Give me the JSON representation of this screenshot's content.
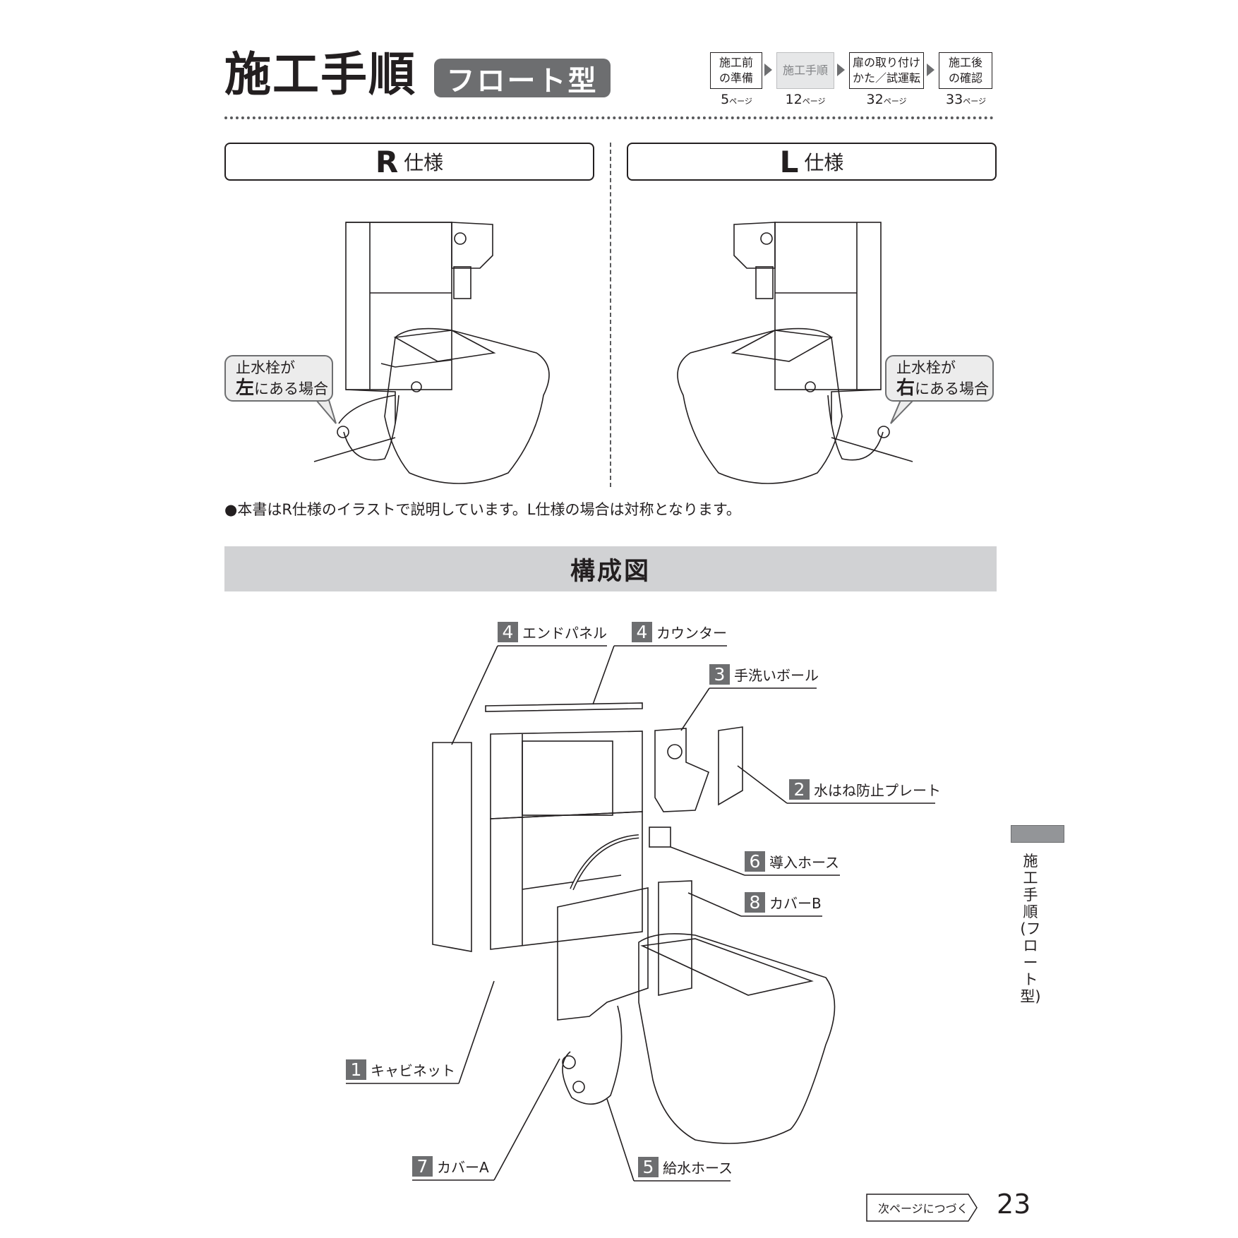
{
  "header": {
    "title": "施工手順",
    "type_badge": "フロート型",
    "steps": [
      {
        "label": "施工前\nの準備",
        "page": "5",
        "current": false
      },
      {
        "label": "施工手順",
        "page": "12",
        "current": true
      },
      {
        "label": "扉の取り付け\nかた／試運転",
        "page": "32",
        "current": false
      },
      {
        "label": "施工後\nの確認",
        "page": "33",
        "current": false
      }
    ],
    "page_suffix": "ページ"
  },
  "specs": {
    "r": {
      "letter": "R",
      "label": "仕様",
      "callout_line1": "止水栓が",
      "callout_side": "左",
      "callout_rest": "にある場合"
    },
    "l": {
      "letter": "L",
      "label": "仕様",
      "callout_line1": "止水栓が",
      "callout_side": "右",
      "callout_rest": "にある場合"
    }
  },
  "note": "●本書はR仕様のイラストで説明しています。L仕様の場合は対称となります。",
  "section_title": "構成図",
  "parts": [
    {
      "num": "4",
      "name": "エンドパネル"
    },
    {
      "num": "4",
      "name": "カウンター"
    },
    {
      "num": "3",
      "name": "手洗いボール"
    },
    {
      "num": "2",
      "name": "水はね防止プレート"
    },
    {
      "num": "6",
      "name": "導入ホース"
    },
    {
      "num": "8",
      "name": "カバーB"
    },
    {
      "num": "1",
      "name": "キャビネット"
    },
    {
      "num": "7",
      "name": "カバーA"
    },
    {
      "num": "5",
      "name": "給水ホース"
    }
  ],
  "side_tab": "施工手順(フロート型)",
  "next_page": "次ページにつづく",
  "page_number": "23",
  "colors": {
    "gray_dark": "#6d6e70",
    "gray_light": "#d1d2d4"
  }
}
